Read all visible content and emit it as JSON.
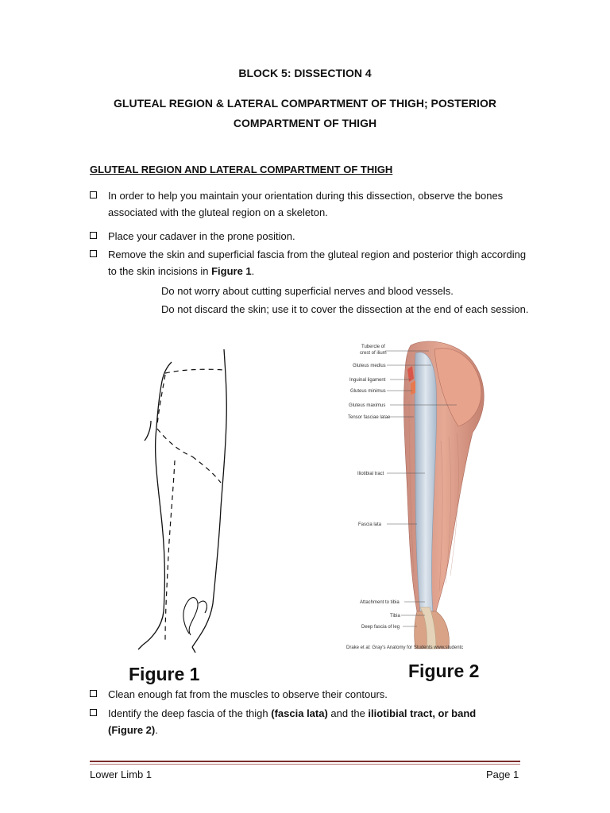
{
  "header": {
    "block_title": "BLOCK 5:  DISSECTION 4",
    "main_title_line1": "GLUTEAL REGION & LATERAL COMPARTMENT OF THIGH; POSTERIOR",
    "main_title_line2": "COMPARTMENT OF THIGH"
  },
  "section_heading": "GLUTEAL REGION AND LATERAL COMPARTMENT OF THIGH",
  "items": {
    "i1": "In order to help you maintain your orientation during this dissection, observe the bones associated with the gluteal region on a skeleton.",
    "i2": "Place your cadaver in the prone position.",
    "i3_pre": "Remove the skin and superficial fascia from the gluteal region and posterior thigh according to the skin incisions in ",
    "i3_bold": "Figure 1",
    "i3_post": ".",
    "note1": "Do not worry about cutting superficial nerves and blood vessels.",
    "note2": "Do not discard the skin; use it to cover the dissection at the end of each session.",
    "i4": "Clean enough fat from the muscles to observe their contours.",
    "i5_pre": "Identify the deep fascia of the thigh ",
    "i5_bold1": "(fascia lata)",
    "i5_mid": " and the ",
    "i5_bold2": "iliotibial tract, or band",
    "i5_bold3": "(Figure 2)",
    "i5_post": "."
  },
  "figures": {
    "fig1_caption": "Figure 1",
    "fig2_caption": "Figure 2",
    "fig2_labels": {
      "tubercle1": "Tubercle of",
      "tubercle2": "crest of ilium",
      "gluteus_medius": "Gluteus medius",
      "inguinal": "Inguinal ligament",
      "gluteus_minimus": "Gluteus minimus",
      "gluteus_maximus": "Gluteus maximus",
      "tensor": "Tensor fasciae latae",
      "iliotibial": "Iliotibial tract",
      "fascia_lata": "Fascia lata",
      "attachment": "Attachment to tibia",
      "tibia": "Tibia",
      "deep_fascia": "Deep fascia of leg"
    },
    "fig2_credit": "Drake et al: Gray's Anatomy for Students www.studentc"
  },
  "footer": {
    "left": "Lower Limb 1",
    "right": "Page 1"
  },
  "colors": {
    "footer_rule": "#7b2c2c",
    "muscle": "#d9927a",
    "fascia": "#b8c6d6"
  }
}
